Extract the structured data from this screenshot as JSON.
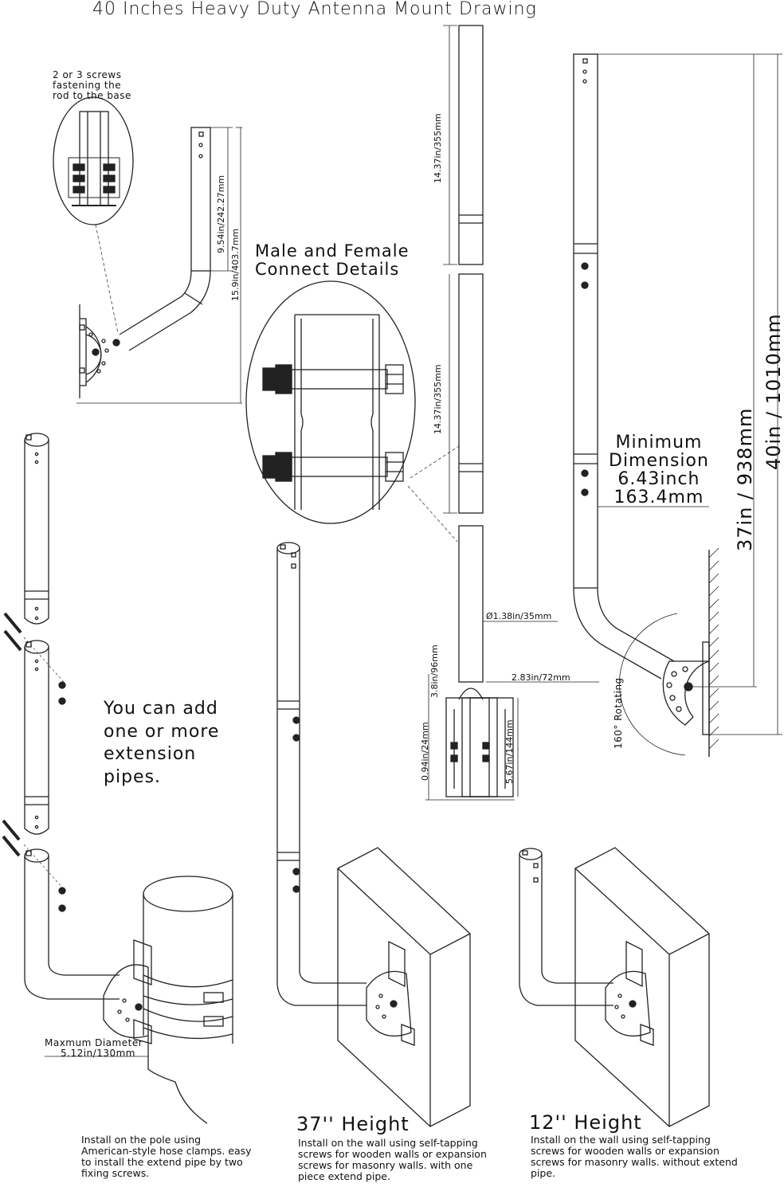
{
  "title": "40 Inches Heavy Duty Antenna Mount Drawing",
  "notes": {
    "screws": "2 or 3 screws\nfastening the\nrod to the base",
    "male_female": "Male and Female\nConnect Details",
    "extension": "You can add\none or more\nextension\npipes.",
    "min_dimension": "Minimum\nDimension\n6.43inch\n163.4mm",
    "rotating": "160° Rotating",
    "max_diameter_label": "Maxmum Diameter",
    "max_diameter_value": "5.12in/130mm"
  },
  "dimensions": {
    "arm_short": "9.54in/242.27mm",
    "arm_total": "15.9in/403.7mm",
    "pipe_upper": "14.37in/355mm",
    "pipe_middle": "14.37in/355mm",
    "pipe_diameter": "Ø1.38in/35mm",
    "base_width": "2.83in/72mm",
    "base_top": "3.8in/96mm",
    "base_offset": "0.94in/24mm",
    "base_height": "5.67in/144mm",
    "height_37": "37in / 938mm",
    "height_40": "40in / 1010mm"
  },
  "captions": {
    "pole": "Install on the pole using American-style hose clamps. easy to install the extend pipe by two fixing screws.",
    "h37_title": "37'' Height",
    "h37_text": "Install on the wall using self-tapping screws for wooden walls or expansion screws for masonry walls. with one piece extend pipe.",
    "h12_title": "12'' Height",
    "h12_text": "Install on the wall using self-tapping screws for wooden walls or expansion screws for masonry walls. without extend pipe."
  }
}
